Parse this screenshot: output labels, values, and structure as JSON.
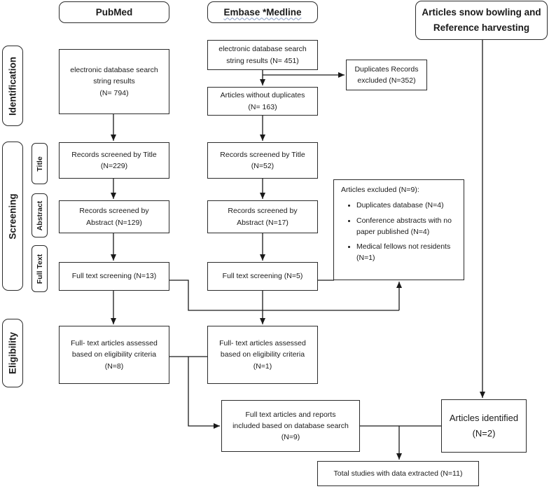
{
  "headers": {
    "pubmed": "PubMed",
    "embase": "Embase *Medline",
    "snowball": "Articles snow bowling and\nReference harvesting"
  },
  "phases": {
    "identification": "Identification",
    "screening": "Screening",
    "eligibility": "Eligibility"
  },
  "subphases": {
    "title": "Title",
    "abstract": "Abstract",
    "fulltext": "Full Text"
  },
  "pubmed": {
    "search": "electronic database search\nstring results\n(N= 794)",
    "title": "Records screened by Title\n(N=229)",
    "abstract": "Records screened by\nAbstract (N=129)",
    "fulltext": "Full text screening (N=13)",
    "eligible": "Full- text articles assessed\nbased on eligibility criteria\n(N=8)"
  },
  "embase": {
    "search": "electronic database search\nstring results (N= 451)",
    "duplicates": "Duplicates Records\nexcluded (N=352)",
    "without_dup": "Articles without duplicates\n(N= 163)",
    "title": "Records screened by Title\n(N=52)",
    "abstract": "Records screened by\nAbstract (N=17)",
    "fulltext": "Full text screening (N=5)",
    "eligible": "Full- text articles assessed\nbased on eligibility criteria\n(N=1)"
  },
  "excluded": {
    "heading": "Articles excluded (N=9):",
    "items": [
      "Duplicates database (N=4)",
      "Conference abstracts with no paper published (N=4)",
      "Medical fellows not residents (N=1)"
    ]
  },
  "included": "Full text articles and reports\nincluded based on database search\n(N=9)",
  "identified": "Articles identified\n(N=2)",
  "total": "Total studies with data extracted (N=11)"
}
